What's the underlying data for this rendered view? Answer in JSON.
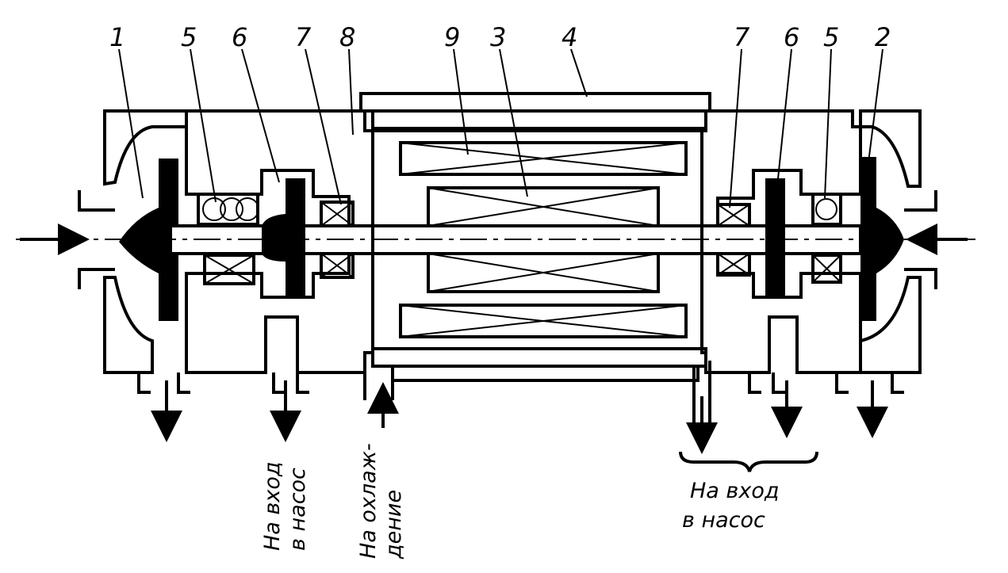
{
  "diagram": {
    "part_labels": {
      "left": [
        "1",
        "5",
        "6",
        "7",
        "8"
      ],
      "center": [
        "9",
        "3",
        "4"
      ],
      "right": [
        "7",
        "6",
        "5",
        "2"
      ]
    },
    "captions": {
      "pump_inlet_left_line1": "На вход",
      "pump_inlet_left_line2": "в насос",
      "cooling_line1": "На охлаж-",
      "cooling_line2": "дение",
      "pump_inlet_right_line1": "На вход",
      "pump_inlet_right_line2": "в насос"
    },
    "colors": {
      "ink": "#000000",
      "paper": "#ffffff"
    }
  }
}
